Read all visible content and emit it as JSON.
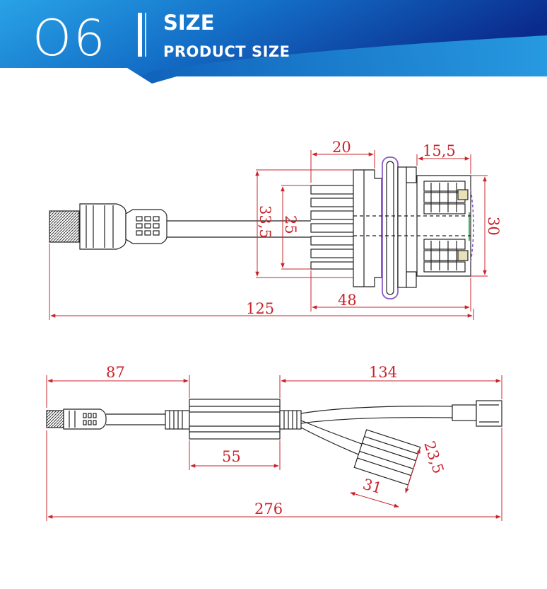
{
  "header": {
    "number": "O6",
    "title": "SIZE",
    "subtitle": "PRODUCT SIZE"
  },
  "colors": {
    "banner_dark": "#0a2a8c",
    "banner_light": "#1f9be0",
    "dimension": "#c8242c",
    "outline": "#222222",
    "accent_purple": "#8a5cc8"
  },
  "top_view": {
    "dims": {
      "heatsink_width": "20",
      "rear_depth": "15,5",
      "outer_height": "33,5",
      "inner_height": "25",
      "rear_height": "30",
      "body_length": "48",
      "total_length": "125"
    }
  },
  "bottom_view": {
    "dims": {
      "left_cable": "87",
      "right_cable": "134",
      "driver_length": "55",
      "box_height": "23,5",
      "box_width": "31",
      "total_length": "276"
    }
  }
}
